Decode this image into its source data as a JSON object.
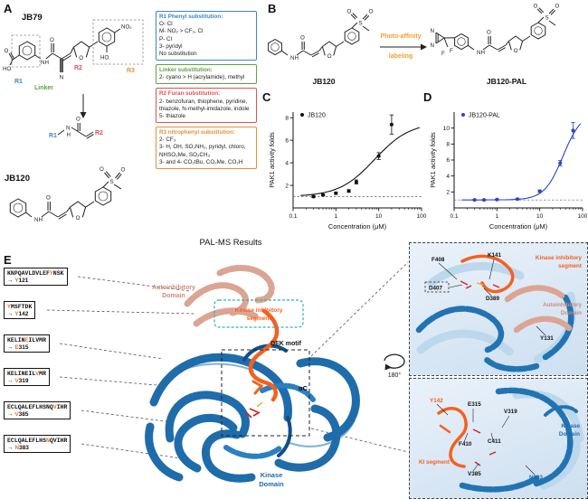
{
  "panel_a": {
    "label": "A",
    "jb79": {
      "title": "JB79",
      "r1": "R1",
      "linker": "Linker",
      "r2": "R2",
      "r3": "R3",
      "atom_ho": "HO",
      "atom_o_acid": "O",
      "atom_nh": "NH",
      "atom_o": "O",
      "atom_n": "N",
      "atom_furan_o": "O",
      "atom_no2": "NO₂",
      "atom_oh": "HO"
    },
    "scaffold": {
      "r1": "R1",
      "n": "N",
      "h": "H",
      "o": "O",
      "r2": "R2"
    },
    "jb120": {
      "title": "JB120",
      "atom_nh": "NH",
      "atom_o": "O",
      "atom_furan_o": "O",
      "atom_s": "S",
      "atom_o1": "O",
      "atom_o2": "O"
    },
    "boxes": [
      {
        "title": "R1 Phenyl substitution:",
        "color": "#3d85c6",
        "lines": [
          "O- Cl",
          "M- NO₂ > CF₃, Cl",
          "P- Cl",
          "3- pyridyl",
          "No substitution"
        ]
      },
      {
        "title": "Linker substitution:",
        "color": "#5fa047",
        "lines": [
          "2- cyano > H (acrylamide), methyl"
        ]
      },
      {
        "title": "R2 Furan substitution:",
        "color": "#e05252",
        "lines": [
          "2- benzofuran, thiophene, pyridine, thiazole, N-methyl-imidazole, indole",
          "5- thiazole"
        ]
      },
      {
        "title": "R3 nitrophenyl substitution:",
        "color": "#e69138",
        "lines": [
          "2- CF₃",
          "3- H, OH, SO₂NH₂, pyridyl, chloro, NHSO₂Me, SO₂CH₃",
          "3- and 4- CO₂tBu, CO₂Me, CO₂H"
        ]
      }
    ]
  },
  "panel_b": {
    "label": "B",
    "jb120_title": "JB120",
    "pal_title": "JB120-PAL",
    "arrow_line1": "Photo-affinity",
    "arrow_line2": "labeling",
    "arrow_color": "#f0a030",
    "jb120": {
      "nh": "NH",
      "o": "O",
      "furan_o": "O",
      "s": "S",
      "o1": "O",
      "o2": "O"
    },
    "pal": {
      "nh": "NH",
      "o": "O",
      "furan_o": "O",
      "s": "S",
      "o1": "O",
      "o2": "O",
      "n1": "N",
      "n2": "N",
      "f1": "F",
      "f2": "F"
    }
  },
  "chart_data": [
    {
      "type": "scatter",
      "panel_label": "C",
      "legend": "JB120",
      "color": "#111111",
      "xlabel": "Concentration (μM)",
      "ylabel": "PAK1 activity folds",
      "xscale": "log",
      "xlim": [
        0.1,
        100
      ],
      "xticks": [
        0.1,
        1,
        10,
        100
      ],
      "ylim": [
        0,
        8.5
      ],
      "yticks": [
        2,
        4,
        6,
        8
      ],
      "x": [
        0.3,
        0.5,
        1,
        2,
        3,
        10,
        20
      ],
      "y": [
        1.0,
        1.15,
        1.3,
        1.5,
        2.3,
        4.6,
        7.4
      ],
      "yerr": [
        0.08,
        0.08,
        0.1,
        0.12,
        0.18,
        0.3,
        0.85
      ],
      "baseline": 1,
      "fit": {
        "bottom": 1,
        "top": 7.6,
        "ec50": 8,
        "hill": 1.05
      },
      "fit_range": [
        0.15,
        90
      ]
    },
    {
      "type": "scatter",
      "panel_label": "D",
      "legend": "JB120-PAL",
      "color": "#2746c8",
      "xlabel": "Concentration (μM)",
      "ylabel": "PAK1 activity folds",
      "xscale": "log",
      "xlim": [
        0.1,
        100
      ],
      "xticks": [
        0.1,
        1,
        10,
        100
      ],
      "ylim": [
        0,
        12
      ],
      "yticks": [
        2,
        4,
        6,
        8,
        10
      ],
      "x": [
        0.3,
        0.5,
        1,
        3,
        10,
        30,
        60
      ],
      "y": [
        1.0,
        1.0,
        1.05,
        1.1,
        2.1,
        5.6,
        9.7
      ],
      "yerr": [
        0.06,
        0.06,
        0.06,
        0.08,
        0.15,
        0.35,
        1.0
      ],
      "baseline": 1,
      "fit": {
        "bottom": 1,
        "top": 12,
        "ec50": 35,
        "hill": 2
      },
      "fit_range": [
        0.15,
        90
      ]
    }
  ],
  "panel_e": {
    "label": "E",
    "title": "PAL-MS Results",
    "arrow": "→",
    "peptides": [
      {
        "seq": "KNPQAVLDVLEFYNSK",
        "highlight": 12,
        "residue": "Y121"
      },
      {
        "seq": "YMSFTDK",
        "highlight": 0,
        "residue": "Y142"
      },
      {
        "seq": "KELINEILVMR",
        "highlight": 5,
        "residue": "E315"
      },
      {
        "seq": "KELINEILVMR",
        "highlight": 8,
        "residue": "V319"
      },
      {
        "seq": "ECLQALEFLHSNQVIHR",
        "highlight": 13,
        "residue": "V385"
      },
      {
        "seq": "ECLQALEFLHSNQVIHR",
        "highlight": 11,
        "residue": "N383"
      }
    ],
    "labels": {
      "autoinhibitory_1": "Autoinhibitory",
      "autoinhibitory_2": "Domain",
      "ki_1": "Kinase inhibitory",
      "ki_2": "segment",
      "dek": "DEK motif",
      "alpha_c": "αC",
      "kinase_1": "Kinase",
      "kinase_2": "Domain",
      "rotation": "180°"
    },
    "inset_top": {
      "residues": [
        "F408",
        "K141",
        "D407",
        "D389",
        "Y131"
      ],
      "ki_1": "Kinase inhibitory",
      "ki_2": "segment",
      "aid_1": "Autoinhibitory",
      "aid_2": "Domain"
    },
    "inset_bottom": {
      "residues": [
        "Y142",
        "E315",
        "V319",
        "F410",
        "C411",
        "V385",
        "N383"
      ],
      "kd_1": "Kinase",
      "kd_2": "Domain",
      "ki": "KI segment"
    },
    "colors": {
      "blue": "#1f6cab",
      "salmon": "#dca493",
      "orange": "#f4611e",
      "teal": "#2ab5ab"
    }
  }
}
